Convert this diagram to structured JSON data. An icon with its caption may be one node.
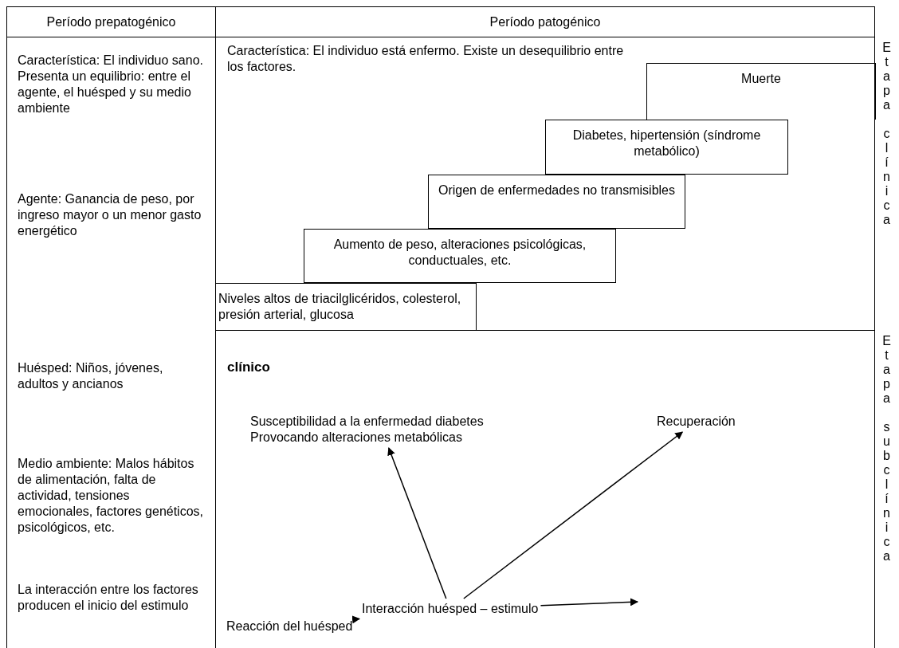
{
  "diagram": {
    "nodes": [
      {
        "text": [
          "Período prepatogénico"
        ]
      },
      {
        "text": [
          "Período patogénico"
        ]
      },
      {
        "text": [
          "Característica: El individuo sano. Presenta un equilibrio: entre el agente, el huésped y su medio ambiente",
          "Agente: Ganancia de peso, por ingreso mayor o un menor gasto energético",
          "Huésped: Niños, jóvenes, adultos y ancianos",
          "Medio ambiente: Malos hábitos de alimentación, falta de actividad, tensiones emocionales, factores genéticos, psicológicos, etc.",
          "La interacción entre los factores producen el inicio del estimulo"
        ]
      },
      {
        "text": [
          "Característica: El individuo está enfermo. Existe un desequilibrio entre los factores."
        ]
      },
      {
        "text": [
          "Muerte"
        ],
        "in": 3
      },
      {
        "text": [
          "Diabetes, hipertensión (síndrome metabólico)"
        ],
        "in": 3
      },
      {
        "text": [
          "Origen de enfermedades no transmisibles"
        ],
        "in": 3
      },
      {
        "text": [
          "Aumento de peso, alteraciones psicológicas, conductuales, etc."
        ],
        "in": 3
      },
      {
        "text": [
          "Niveles altos de triacilglicéridos, colesterol, presión arterial, glucosa"
        ],
        "in": 3
      },
      {
        "text": [
          "Etapa clínica"
        ]
      },
      {
        "text": [
          "clínico"
        ]
      },
      {
        "text": [
          "Susceptibilidad a la enfermedad diabetes Provocando alteraciones metabólicas"
        ],
        "in": 10
      },
      {
        "text": [
          "Recuperación"
        ],
        "in": 10
      },
      {
        "text": [
          "Interacción huésped – estimulo"
        ],
        "in": 10
      },
      {
        "text": [
          "Reacción del huésped"
        ],
        "in": 10
      },
      {
        "text": [
          "Etapa subclínica"
        ]
      }
    ],
    "edges": [
      {
        "from": 14,
        "to": 13,
        "arrow": "to"
      },
      {
        "from": 13,
        "to": 11,
        "arrow": "to"
      },
      {
        "from": 13,
        "to": 12,
        "arrow": "to"
      },
      {
        "from": 13,
        "to": null,
        "arrow": "to"
      }
    ]
  }
}
